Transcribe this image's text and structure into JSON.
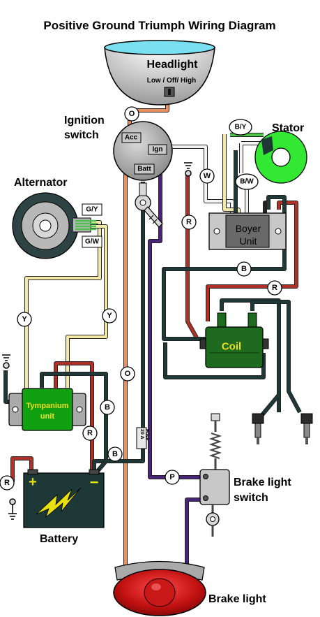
{
  "title": "Positive Ground Triumph Wiring Diagram",
  "components": {
    "headlight": {
      "label": "Headlight",
      "switch_positions": "Low / Off/ High"
    },
    "ignition_switch": {
      "label_line1": "Ignition",
      "label_line2": "switch",
      "terminal_acc": "Acc",
      "terminal_ign": "Ign",
      "terminal_batt": "Batt"
    },
    "stator": {
      "label": "Stator"
    },
    "alternator": {
      "label": "Alternator"
    },
    "boyer_unit": {
      "label_line1": "Boyer",
      "label_line2": "Unit"
    },
    "coil": {
      "label": "Coil"
    },
    "tympanium_unit": {
      "label_line1": "Tympanium",
      "label_line2": "unit"
    },
    "battery": {
      "label": "Battery",
      "positive": "+",
      "negative": "−"
    },
    "fuse": {
      "label_line1": "20 A",
      "label_line2": "Fuse"
    },
    "brake_light_switch": {
      "label_line1": "Brake light",
      "label_line2": "switch"
    },
    "brake_light": {
      "label": "Brake light"
    }
  },
  "wire_codes": {
    "o_top": "O",
    "o_mid": "O",
    "by": "B/Y",
    "bw": "B/W",
    "w": "W",
    "gy": "G/Y",
    "gw": "G/W",
    "r_ign": "R",
    "b_boyer": "B",
    "r_boyer": "R",
    "y_left": "Y",
    "y_right": "Y",
    "b_tymp": "B",
    "r_tymp": "R",
    "b_batt": "B",
    "r_batt": "R",
    "p_brake": "P"
  },
  "colors": {
    "orange": "#e89060",
    "red": "#b03028",
    "black": "#1e3838",
    "yellow": "#f2e8a8",
    "green": "#4ec24e",
    "purple": "#4a2478",
    "white": "#f4f4f4",
    "coil_green": "#1e6a1e",
    "coil_text": "#f0e020",
    "tymp_green": "#10a010",
    "stator_green": "#33e833",
    "headlight_blue": "#78e0f0",
    "battery_yellow": "#e8e010"
  }
}
